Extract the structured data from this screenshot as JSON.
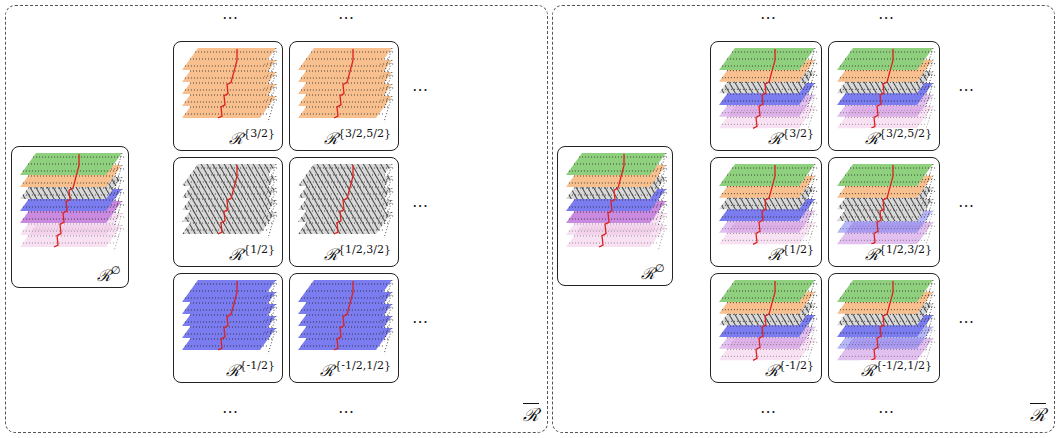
{
  "diagram": {
    "nodes": [
      {
        "text": [
          "ℛ"
        ]
      },
      {
        "text": [
          "ℛ",
          "∅"
        ],
        "in": 0
      },
      {
        "text": [
          "ℛ",
          "{3/2}"
        ],
        "in": 0
      },
      {
        "text": [
          "ℛ",
          "{3/2,5/2}"
        ],
        "in": 0
      },
      {
        "text": [
          "ℛ",
          "{1/2}"
        ],
        "in": 0
      },
      {
        "text": [
          "ℛ",
          "{1/2,3/2}"
        ],
        "in": 0
      },
      {
        "text": [
          "ℛ",
          "{-1/2}"
        ],
        "in": 0
      },
      {
        "text": [
          "ℛ",
          "{-1/2,1/2}"
        ],
        "in": 0
      },
      {
        "text": [
          "ℛ"
        ]
      },
      {
        "text": [
          "ℛ",
          "∅"
        ],
        "in": 8
      },
      {
        "text": [
          "ℛ",
          "{3/2}"
        ],
        "in": 8
      },
      {
        "text": [
          "ℛ",
          "{3/2,5/2}"
        ],
        "in": 8
      },
      {
        "text": [
          "ℛ",
          "{1/2}"
        ],
        "in": 8
      },
      {
        "text": [
          "ℛ",
          "{1/2,3/2}"
        ],
        "in": 8
      },
      {
        "text": [
          "ℛ",
          "{-1/2}"
        ],
        "in": 8
      },
      {
        "text": [
          "ℛ",
          "{-1/2,1/2}"
        ],
        "in": 8
      }
    ],
    "labels": [
      "⋯",
      "⋯",
      "⋯",
      "⋯",
      "⋯",
      "⋯",
      "⋯",
      "⋯",
      "⋯",
      "⋯",
      "⋯",
      "⋯",
      "⋯",
      "⋯"
    ]
  }
}
